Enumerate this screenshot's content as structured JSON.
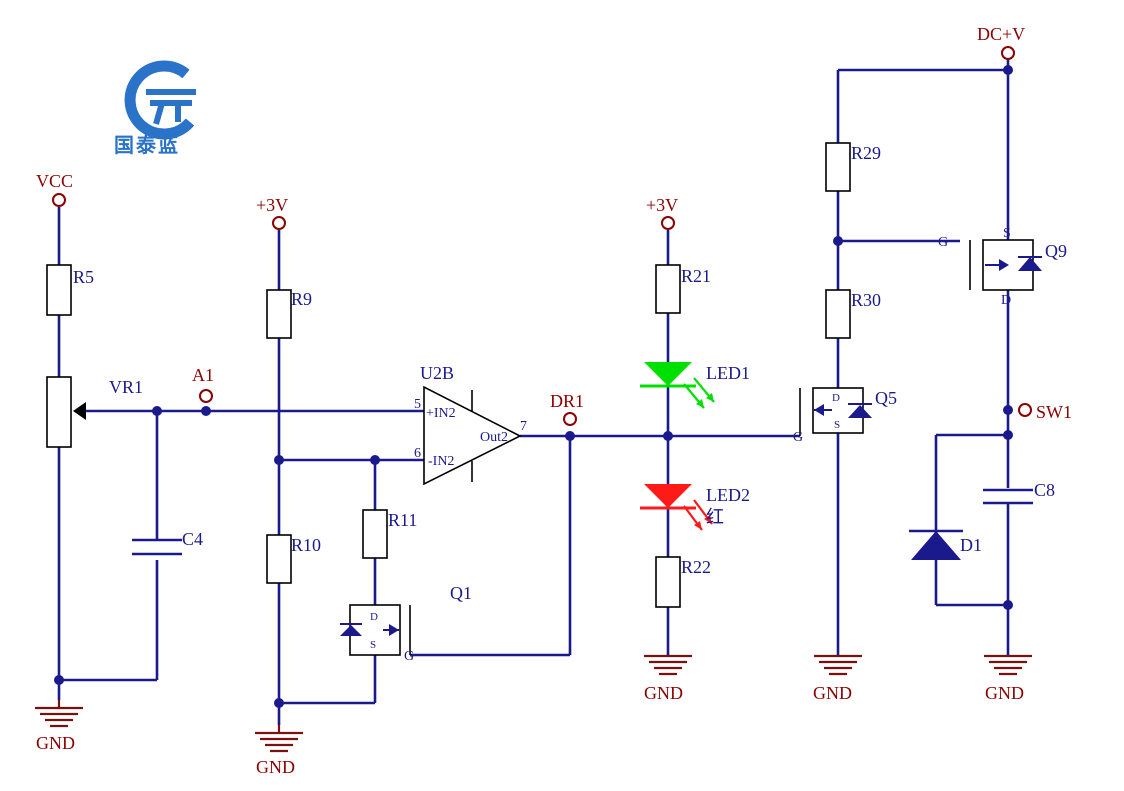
{
  "logo": {
    "text": "国泰蓝",
    "color": "#2a73c8"
  },
  "colors": {
    "wire": "#1a1a8c",
    "net": "#8b0000",
    "led1": "#00e000",
    "led2": "#ff1a1a"
  },
  "nets": {
    "vcc": "VCC",
    "v3_a": "+3V",
    "v3_b": "+3V",
    "dcv": "DC+V",
    "a1": "A1",
    "dr1": "DR1",
    "sw1": "SW1",
    "gnd1": "GND",
    "gnd2": "GND",
    "gnd3": "GND",
    "gnd4": "GND",
    "gnd5": "GND"
  },
  "parts": {
    "r5": "R5",
    "vr1": "VR1",
    "c4": "C4",
    "r9": "R9",
    "r10": "R10",
    "r11": "R11",
    "q1": "Q1",
    "u2b": "U2B",
    "r21": "R21",
    "led1": "LED1",
    "led2": "LED2",
    "led2_note": "红",
    "r22": "R22",
    "r29": "R29",
    "r30": "R30",
    "q5": "Q5",
    "q9": "Q9",
    "c8": "C8",
    "d1": "D1"
  },
  "pins": {
    "u_pin5": "5",
    "u_pin6": "6",
    "u_pin7": "7",
    "u_in_plus": "+IN2",
    "u_in_minus": "-IN2",
    "u_out": "Out2",
    "q1_d": "D",
    "q1_s": "S",
    "q1_g": "G",
    "q5_d": "D",
    "q5_s": "S",
    "q5_g": "G",
    "q9_s": "S",
    "q9_d": "D",
    "q9_g": "G"
  }
}
